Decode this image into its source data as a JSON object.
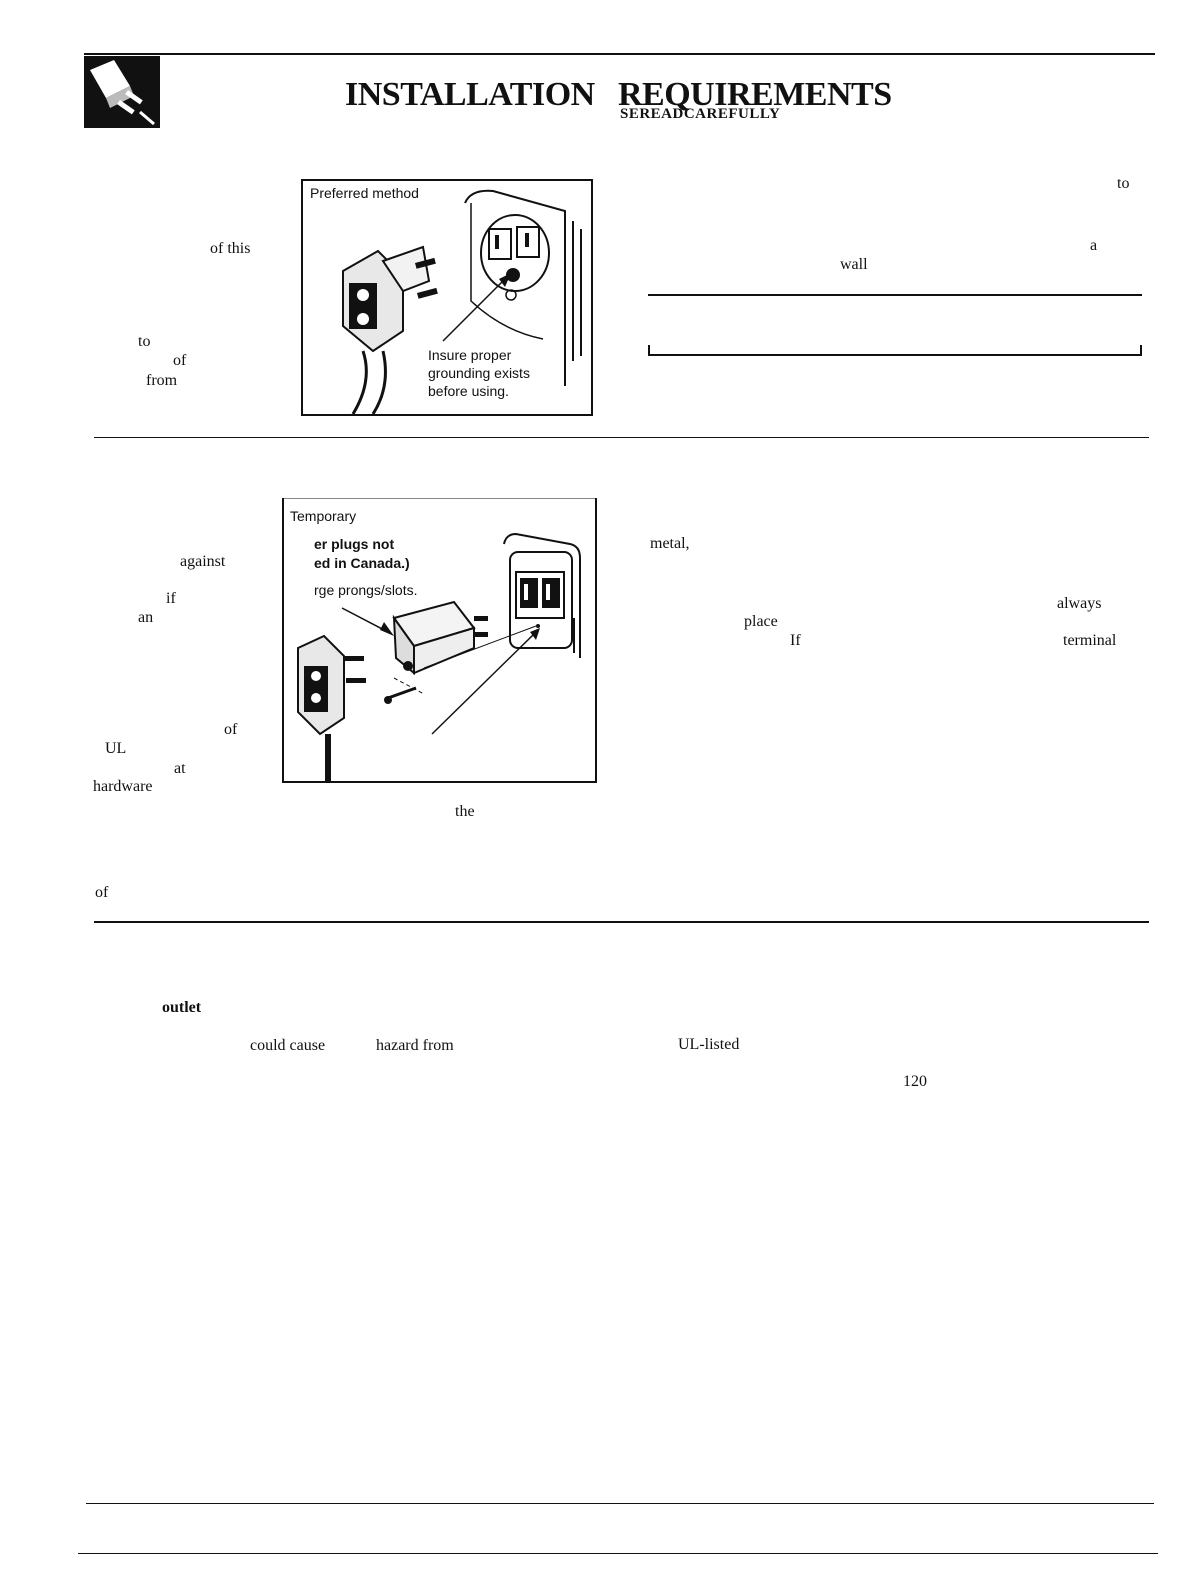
{
  "header": {
    "title_part1": "INSTALLATION",
    "title_part2": "REQUIREMENTS",
    "subtitle": "SEREADCAREFULLY"
  },
  "icon": "plug-icon",
  "figures": {
    "preferred": {
      "label": "Preferred method",
      "caption_lines": [
        "Insure proper",
        "grounding exists",
        "before using."
      ]
    },
    "temporary": {
      "label": "Temporary",
      "warning_line1": "er plugs not",
      "warning_line2": "ed in Canada.)",
      "note": "rge prongs/slots."
    }
  },
  "fragments": {
    "s1_left": [
      "of this",
      "to",
      "of",
      "from"
    ],
    "s1_right": [
      "to",
      "a",
      "wall"
    ],
    "s2_left": [
      "against",
      "if",
      "an",
      "of",
      "UL",
      "at",
      "hardware",
      "the",
      "of"
    ],
    "s2_right": [
      "metal,",
      "always",
      "place",
      "If",
      "terminal"
    ],
    "s3_left": [
      "outlet",
      "could cause",
      "hazard from"
    ],
    "s3_right": [
      "UL-listed",
      "120"
    ]
  }
}
